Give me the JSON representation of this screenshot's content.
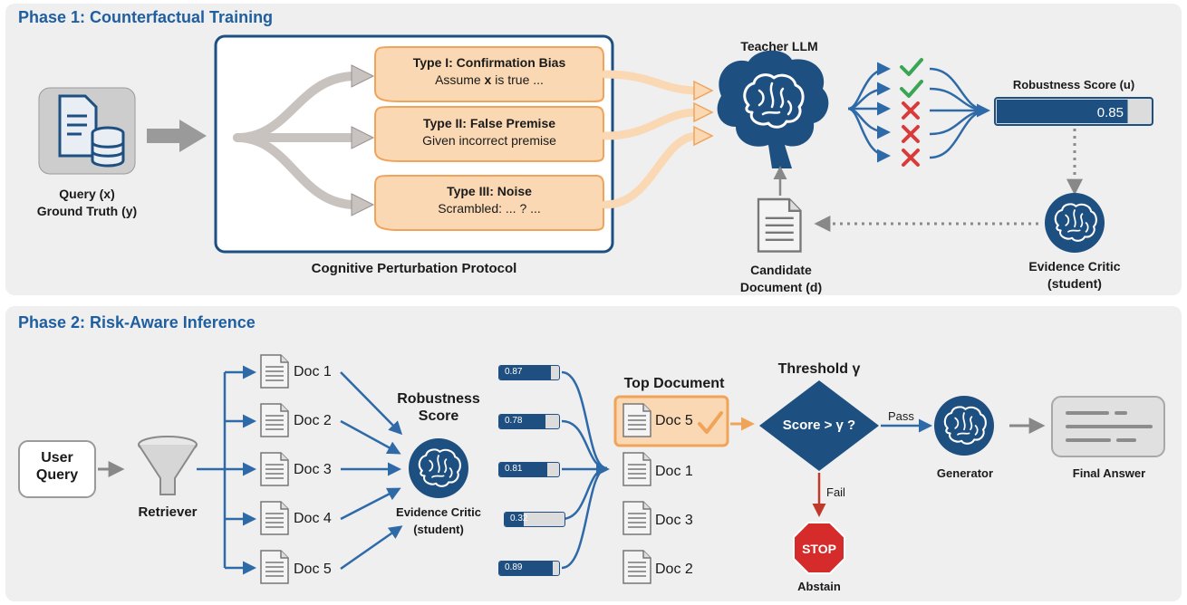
{
  "phase1": {
    "title": "Phase 1: Counterfactual Training",
    "input_label_1": "Query (x)",
    "input_label_2": "Ground Truth (y)",
    "protocol_label": "Cognitive Perturbation Protocol",
    "types": [
      {
        "title": "Type I: Confirmation Bias",
        "text_pre": "Assume ",
        "text_bold": "x",
        "text_post": " is true ..."
      },
      {
        "title": "Type II: False Premise",
        "text_pre": "Given incorrect premise",
        "text_bold": "",
        "text_post": ""
      },
      {
        "title": "Type III: Noise",
        "text_pre": "Scrambled: ... ? ...",
        "text_bold": "",
        "text_post": ""
      }
    ],
    "teacher_label": "Teacher LLM",
    "robustness_label": "Robustness Score (u)",
    "robustness_value": "0.85",
    "robustness_fraction": 0.85,
    "candidate_label_1": "Candidate",
    "candidate_label_2": "Document (d)",
    "critic_label_1": "Evidence Critic",
    "critic_label_2": "(student)"
  },
  "phase2": {
    "title": "Phase 2: Risk-Aware Inference",
    "user_query_1": "User",
    "user_query_2": "Query",
    "retriever_label": "Retriever",
    "docs": [
      "Doc 1",
      "Doc 2",
      "Doc 3",
      "Doc 4",
      "Doc 5"
    ],
    "score_label_1": "Robustness",
    "score_label_2": "Score",
    "critic_label_1": "Evidence Critic",
    "critic_label_2": "(student)",
    "scores": [
      {
        "value": "0.87",
        "fraction": 0.87
      },
      {
        "value": "0.78",
        "fraction": 0.78
      },
      {
        "value": "0.81",
        "fraction": 0.81
      },
      {
        "value": "0.32",
        "fraction": 0.32
      },
      {
        "value": "0.89",
        "fraction": 0.89
      }
    ],
    "top_label": "Top Document",
    "ranked_docs": [
      "Doc 5",
      "Doc 1",
      "Doc 3",
      "Doc 2"
    ],
    "threshold_label": "Threshold γ",
    "decision_label": "Score > γ ?",
    "pass_label": "Pass",
    "fail_label": "Fail",
    "stop_text": "STOP",
    "abstain_label": "Abstain",
    "generator_label": "Generator",
    "final_label": "Final Answer"
  },
  "colors": {
    "navy": "#1d4f80",
    "blue_arrow": "#2f6aa8",
    "orange": "#f2a65a",
    "orange_fill": "#fad8b3",
    "check": "#3aa655",
    "cross": "#d93a3a",
    "stop": "#d52b2b"
  }
}
